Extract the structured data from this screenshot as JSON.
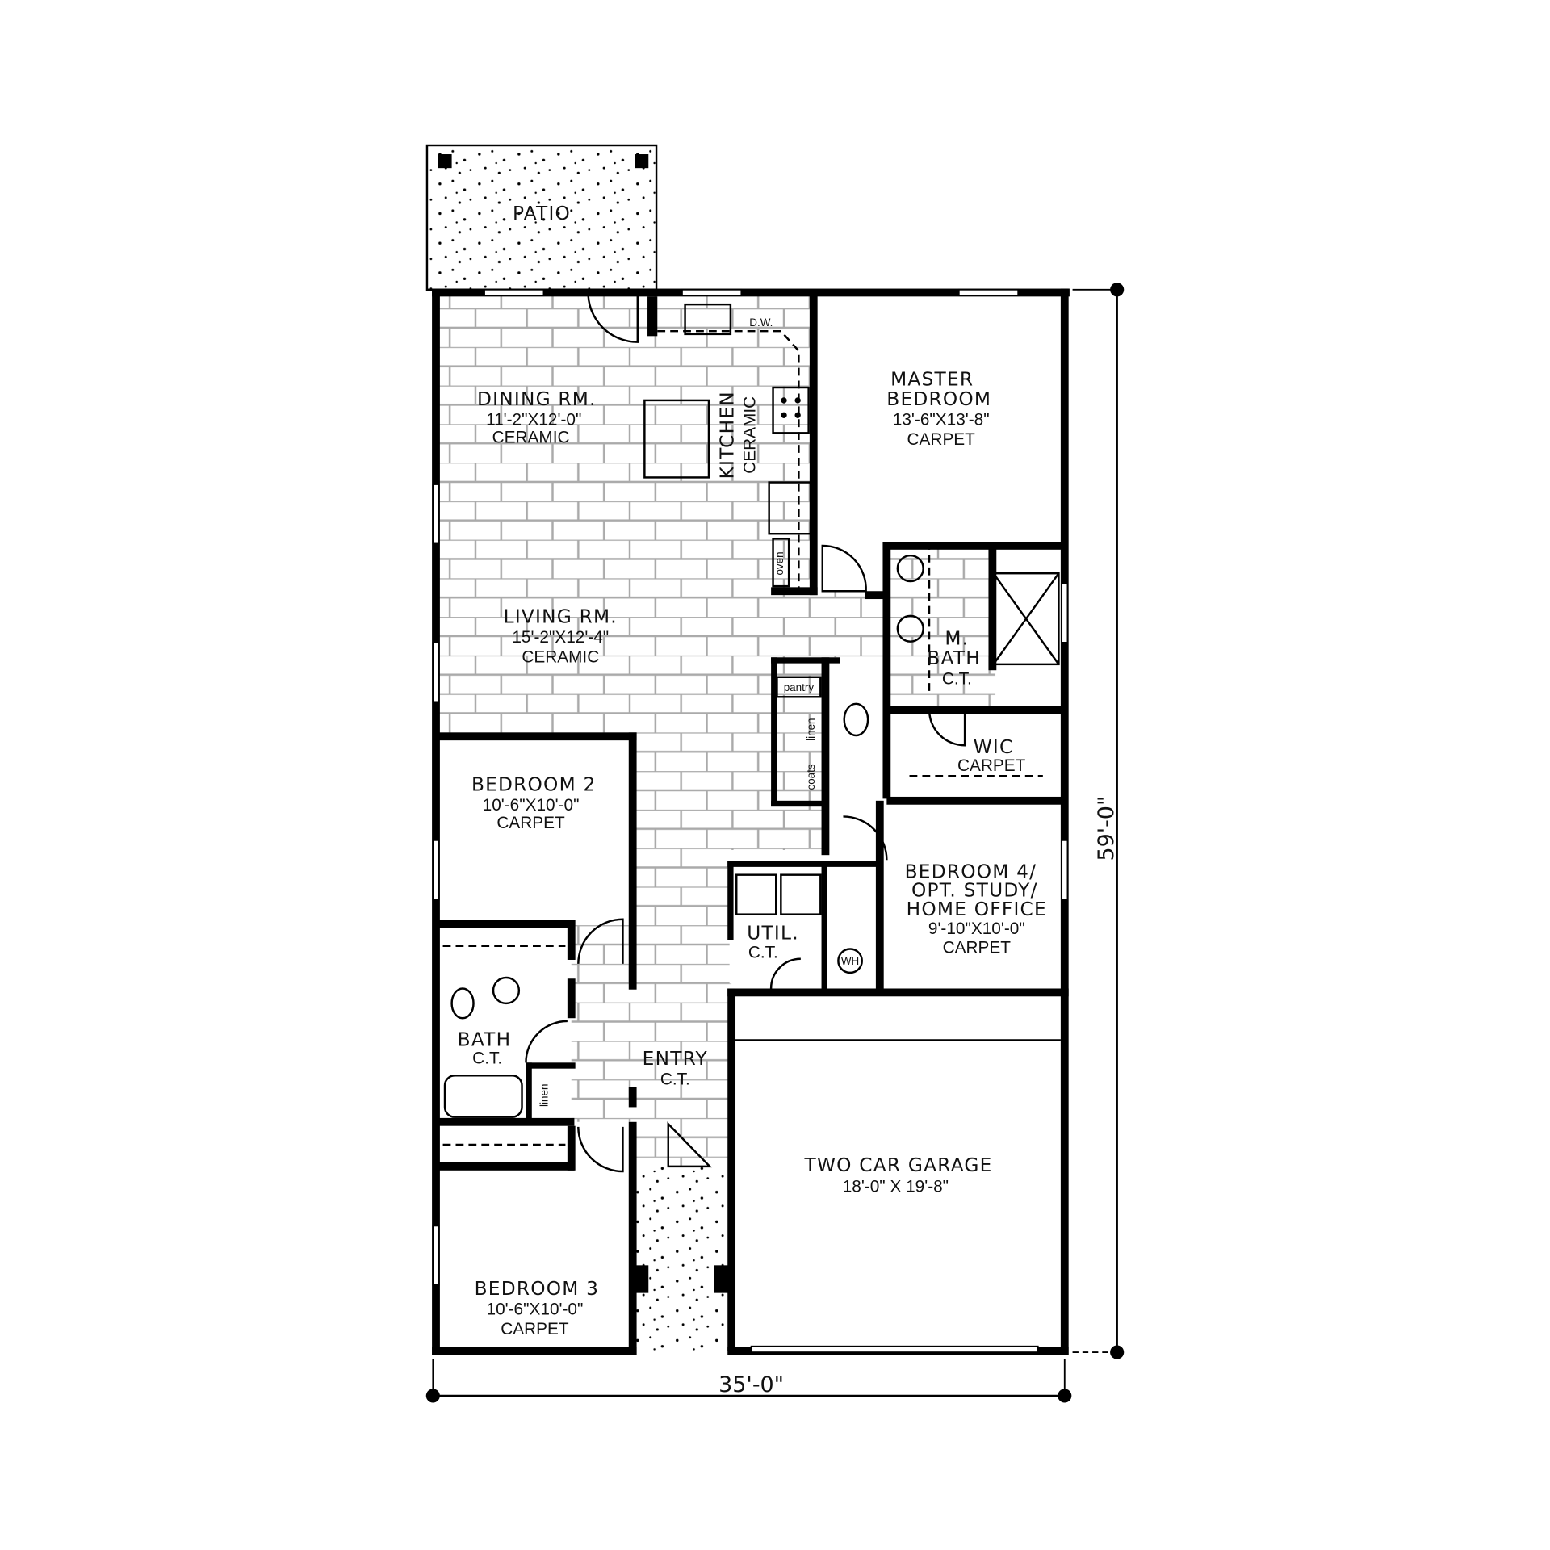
{
  "patio": {
    "label": "PATIO"
  },
  "rooms": {
    "dining": {
      "name": "DINING RM.",
      "size": "11'-2\"X12'-0\"",
      "floor": "CERAMIC"
    },
    "kitchen": {
      "name": "KITCHEN",
      "floor": "CERAMIC"
    },
    "master": {
      "name1": "MASTER",
      "name2": "BEDROOM",
      "size": "13'-6\"X13'-8\"",
      "floor": "CARPET"
    },
    "living": {
      "name": "LIVING RM.",
      "size": "15'-2\"X12'-4\"",
      "floor": "CERAMIC"
    },
    "mbath": {
      "name1": "M.",
      "name2": "BATH",
      "floor": "C.T."
    },
    "wic": {
      "name": "WIC",
      "floor": "CARPET"
    },
    "bedroom2": {
      "name": "BEDROOM 2",
      "size": "10'-6\"X10'-0\"",
      "floor": "CARPET"
    },
    "bedroom4": {
      "name1": "BEDROOM 4/",
      "name2": "OPT. STUDY/",
      "name3": "HOME OFFICE",
      "size": "9'-10\"X10'-0\"",
      "floor": "CARPET"
    },
    "util": {
      "name": "UTIL.",
      "floor": "C.T."
    },
    "bath": {
      "name": "BATH",
      "floor": "C.T."
    },
    "entry": {
      "name": "ENTRY",
      "floor": "C.T."
    },
    "garage": {
      "name": "TWO CAR GARAGE",
      "size": "18'-0\" X 19'-8\""
    },
    "bedroom3": {
      "name": "BEDROOM 3",
      "size": "10'-6\"X10'-0\"",
      "floor": "CARPET"
    }
  },
  "fixtures": {
    "dw": "D.W.",
    "oven": "oven",
    "pantry": "pantry",
    "linen": "linen",
    "coats": "coats",
    "wh": "WH",
    "linen2": "linen"
  },
  "dimensions": {
    "width": "35'-0\"",
    "depth": "59'-0\""
  }
}
